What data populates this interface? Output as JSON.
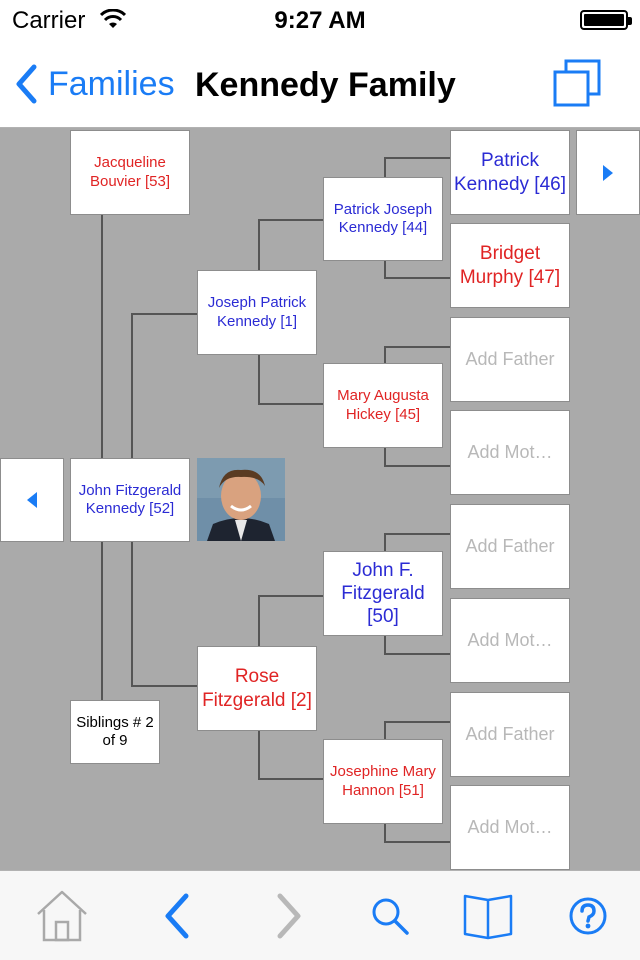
{
  "status": {
    "carrier": "Carrier",
    "time": "9:27 AM"
  },
  "nav": {
    "back_label": "Families",
    "title": "Kennedy Family"
  },
  "colors": {
    "accent": "#1a7cf5",
    "male": "#2b2bd4",
    "female": "#e02424",
    "placeholder": "#b8b8b8",
    "tree_bg": "#aaaaaa"
  },
  "tree": {
    "spouse": "Jacqueline Bouvier [53]",
    "root": "John Fitzgerald Kennedy [52]",
    "siblings": "Siblings # 2 of 9",
    "father": "Joseph Patrick Kennedy [1]",
    "mother": "Rose Fitzgerald [2]",
    "paternal_grandfather": "Patrick Joseph Kennedy [44]",
    "paternal_grandmother": "Mary Augusta Hickey [45]",
    "maternal_grandfather": "John F. Fitzgerald [50]",
    "maternal_grandmother": "Josephine Mary Hannon [51]",
    "gg_1": "Patrick Kennedy [46]",
    "gg_2": "Bridget Murphy [47]",
    "add_father": "Add Father",
    "add_mother": "Add Mot…"
  },
  "icons": {
    "home": "home-icon",
    "back": "chevron-left-icon",
    "forward": "chevron-right-icon",
    "search": "search-icon",
    "book": "book-icon",
    "help": "help-icon"
  }
}
